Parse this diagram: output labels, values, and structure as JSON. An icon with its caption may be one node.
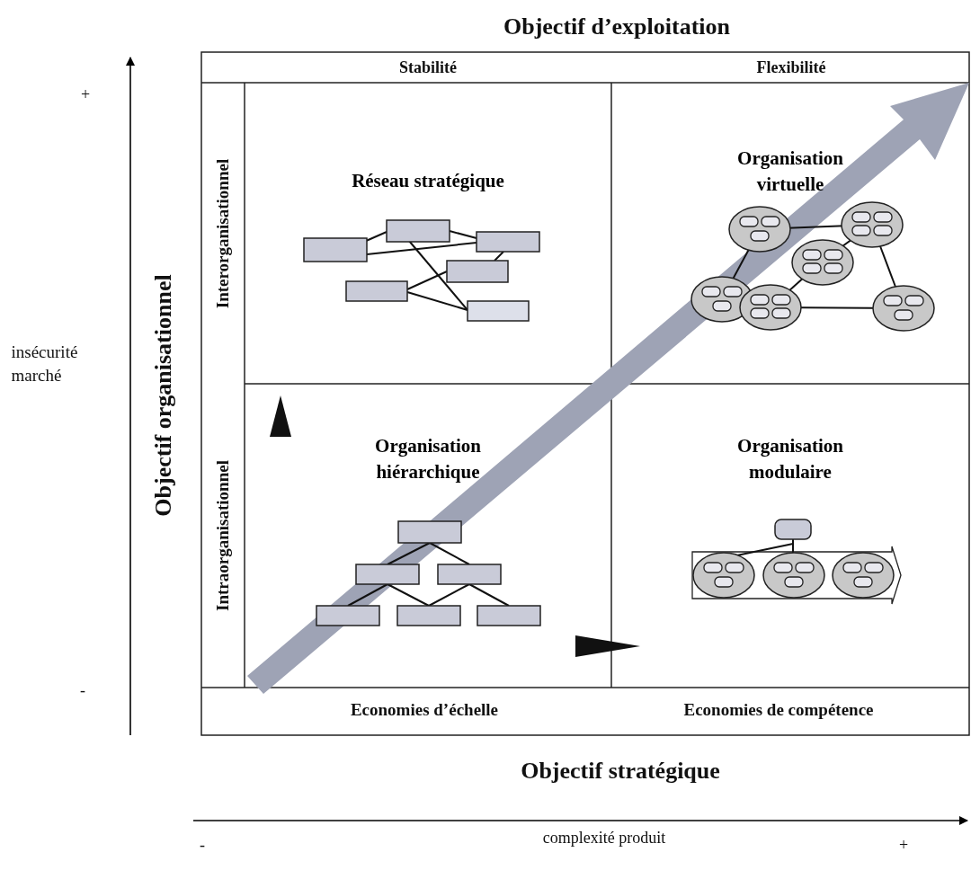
{
  "diagram": {
    "nodes": [
      {
        "text": [
          "Réseau stratégique"
        ]
      },
      {
        "text": [
          "Organisation virtuelle"
        ]
      },
      {
        "text": [
          "Organisation hiérarchique"
        ]
      },
      {
        "text": [
          "Organisation modulaire"
        ]
      }
    ],
    "labels": [
      "Objectif d’exploitation",
      "Stabilité",
      "Flexibilité",
      "+",
      "Interorganisationnel",
      "insécurité marché",
      "Objectif organisationnel",
      "Intraorganisationnel",
      "-",
      "Economies d’échelle",
      "Economies de compétence",
      "Objectif stratégique",
      "-",
      "complexité produit",
      "+"
    ]
  }
}
